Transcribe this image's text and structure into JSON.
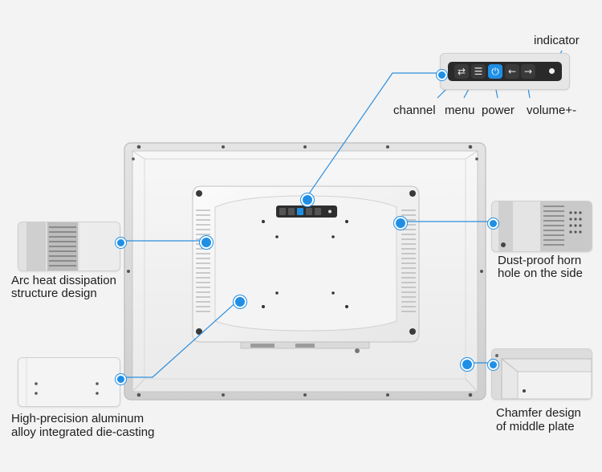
{
  "labels": {
    "indicator": "indicator",
    "channel": "channel",
    "menu": "menu",
    "power": "power",
    "volume": "volume+-",
    "arc_heat_line1": "Arc heat dissipation",
    "arc_heat_line2": "structure design",
    "dust_proof_line1": "Dust-proof horn",
    "dust_proof_line2": "hole on the side",
    "aluminum_line1": "High-precision aluminum",
    "aluminum_line2": "alloy integrated die-casting",
    "chamfer_line1": "Chamfer design",
    "chamfer_line2": "of middle plate"
  },
  "control_panel": {
    "buttons": [
      {
        "name": "channel",
        "icon": "swap-arrows-icon"
      },
      {
        "name": "menu",
        "icon": "menu-list-icon"
      },
      {
        "name": "power",
        "icon": "power-icon"
      },
      {
        "name": "volume-down",
        "icon": "arrow-left-icon"
      },
      {
        "name": "volume-up",
        "icon": "arrow-right-icon"
      }
    ],
    "indicator_icon": "indicator-led-icon"
  },
  "colors": {
    "accent": "#1f8fe6",
    "panel_bg": "#f3f3f3",
    "frame": "#d6d6d6",
    "button_dark": "#3a3a3a"
  }
}
